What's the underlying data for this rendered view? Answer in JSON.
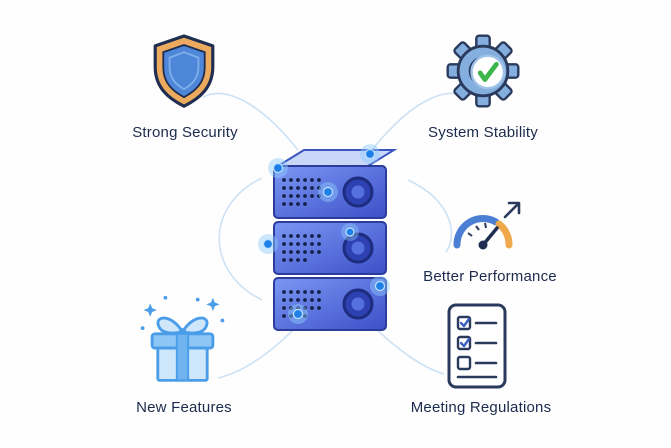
{
  "diagram": {
    "center": {
      "icon": "server-stack-icon"
    },
    "items": [
      {
        "label": "Strong Security",
        "icon": "shield-icon",
        "position": "top-left"
      },
      {
        "label": "System Stability",
        "icon": "gear-check-icon",
        "position": "top-right"
      },
      {
        "label": "Better Performance",
        "icon": "gauge-icon",
        "position": "middle-right"
      },
      {
        "label": "Meeting Regulations",
        "icon": "checklist-icon",
        "position": "bottom-right"
      },
      {
        "label": "New Features",
        "icon": "gift-icon",
        "position": "bottom-left"
      }
    ],
    "colors": {
      "label_text": "#1c2b4d",
      "connector": "#cde1f5",
      "server_blue_light": "#7b97f3",
      "server_blue_dark": "#3c50c8",
      "server_outline": "#2b3c9c",
      "glow_blue": "#1e7fe6",
      "shield_orange": "#ecaa5e",
      "shield_blue": "#4e86d9",
      "gear_blue": "#84aede",
      "check_green": "#3cb54a",
      "gauge_blue": "#4a7fd4",
      "gauge_orange": "#f0a84c",
      "doc_outline": "#2a3a5c",
      "gift_blue": "#4a9de8",
      "gift_fill": "#cfe7fb"
    }
  }
}
